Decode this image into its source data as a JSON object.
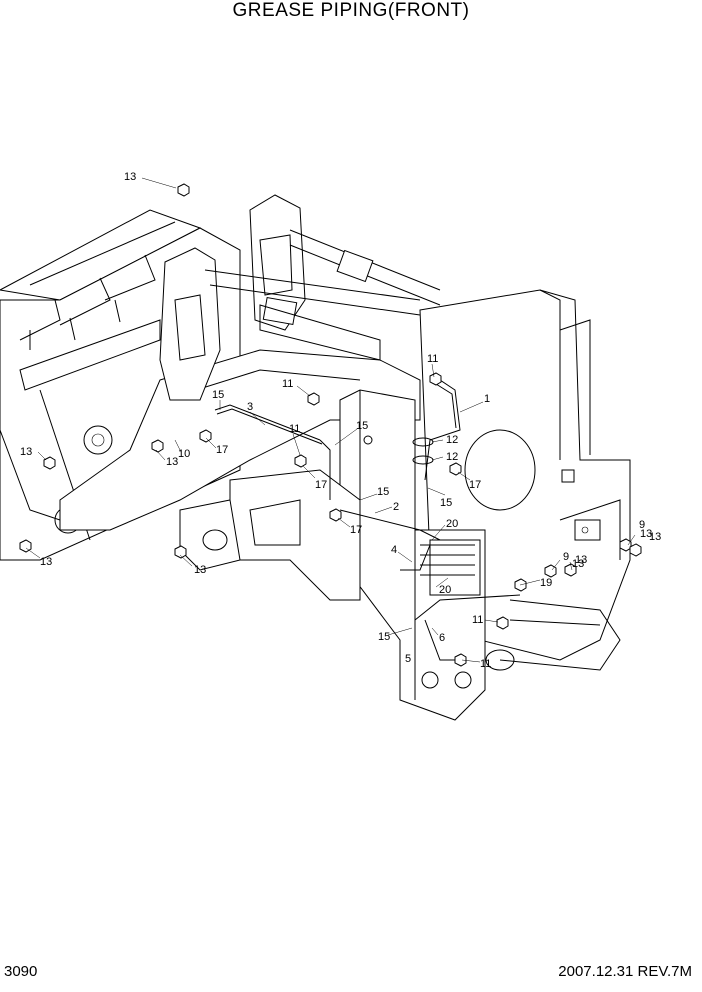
{
  "header": {
    "title": "GREASE PIPING(FRONT)"
  },
  "footer": {
    "page_number": "3090",
    "revision": "2007.12.31  REV.7M"
  },
  "callouts": [
    "13",
    "13",
    "13",
    "13",
    "13",
    "13",
    "13",
    "10",
    "17",
    "15",
    "3",
    "11",
    "11",
    "17",
    "15",
    "15",
    "17",
    "2",
    "11",
    "1",
    "12",
    "12",
    "17",
    "15",
    "20",
    "4",
    "20",
    "9",
    "13",
    "9",
    "13",
    "19",
    "15",
    "11",
    "6",
    "5",
    "11"
  ]
}
